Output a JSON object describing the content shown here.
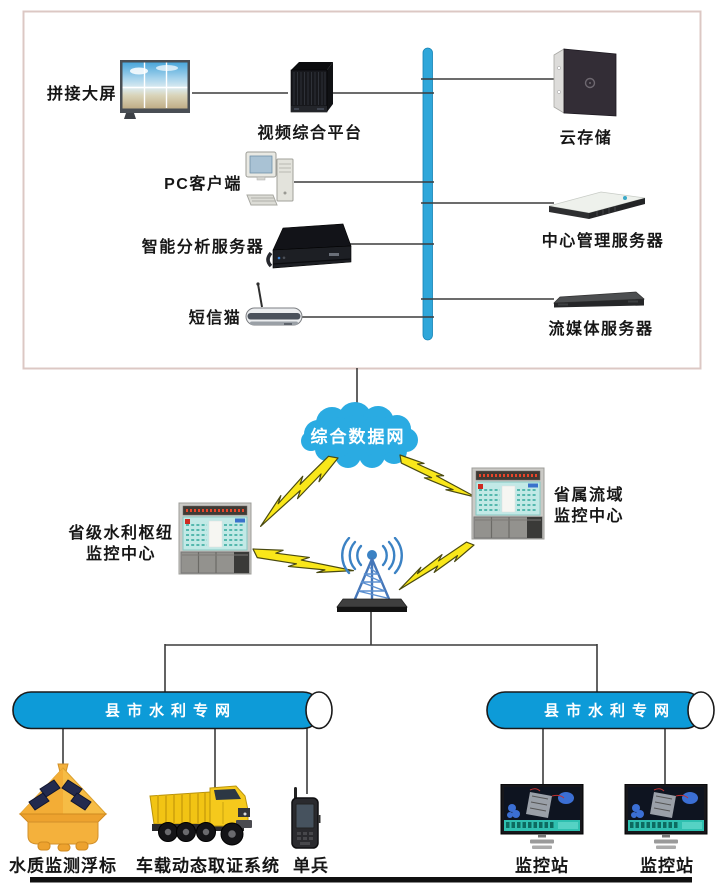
{
  "top_box": {
    "devices": {
      "video_wall": {
        "label": "拼接大屏"
      },
      "video_platform": {
        "label": "视频综合平台"
      },
      "pc_client": {
        "label": "PC客户端"
      },
      "analysis_server": {
        "label": "智能分析服务器"
      },
      "sms_modem": {
        "label": "短信猫"
      },
      "cloud_storage": {
        "label": "云存储"
      },
      "mgmt_server": {
        "label": "中心管理服务器"
      },
      "stream_server": {
        "label": "流媒体服务器"
      }
    }
  },
  "network_cloud": {
    "label": "综合数据网"
  },
  "centers": {
    "left": {
      "line1": "省级水利枢纽",
      "line2": "监控中心"
    },
    "right": {
      "line1": "省属流域",
      "line2": "监控中心"
    }
  },
  "pipes": {
    "left": {
      "label": "县市水利专网"
    },
    "right": {
      "label": "县市水利专网"
    }
  },
  "endpoints": {
    "buoy": {
      "label": "水质监测浮标"
    },
    "vehicle": {
      "label": "车载动态取证系统"
    },
    "portable": {
      "label": "单兵"
    },
    "station_left": {
      "label": "监控站"
    },
    "station_right": {
      "label": "监控站"
    }
  },
  "colors": {
    "bus_blue": "#2fa7da",
    "cloud_blue": "#2aabe2",
    "pipe_blue": "#0d9bd8",
    "lightning_yellow": "#f9e71a",
    "box_border": "#dcc8c4"
  }
}
